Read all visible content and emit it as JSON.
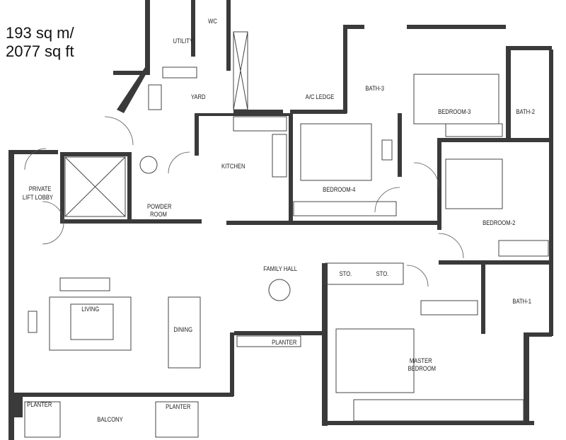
{
  "area": {
    "line1": "193 sq m/",
    "line2": "2077 sq ft"
  },
  "rooms": {
    "utility": "UTILITY",
    "wc": "WC",
    "yard": "YARD",
    "ac_ledge": "A/C LEDGE",
    "bath3": "BATH-3",
    "bedroom3": "BEDROOM-3",
    "bath2": "BATH-2",
    "kitchen": "KITCHEN",
    "bedroom4": "BEDROOM-4",
    "lift_lobby_1": "PRIVATE",
    "lift_lobby_2": "LIFT LOBBY",
    "powder_1": "POWDER",
    "powder_2": "ROOM",
    "bedroom2": "BEDROOM-2",
    "family_hall": "FAMILY HALL",
    "sto1": "STO.",
    "sto2": "STO.",
    "living": "LIVING",
    "dining": "DINING",
    "bath1": "BATH-1",
    "planter_mid": "PLANTER",
    "planter_left": "PLANTER",
    "planter_right": "PLANTER",
    "master_1": "MASTER",
    "master_2": "BEDROOM",
    "balcony": "BALCONY"
  }
}
